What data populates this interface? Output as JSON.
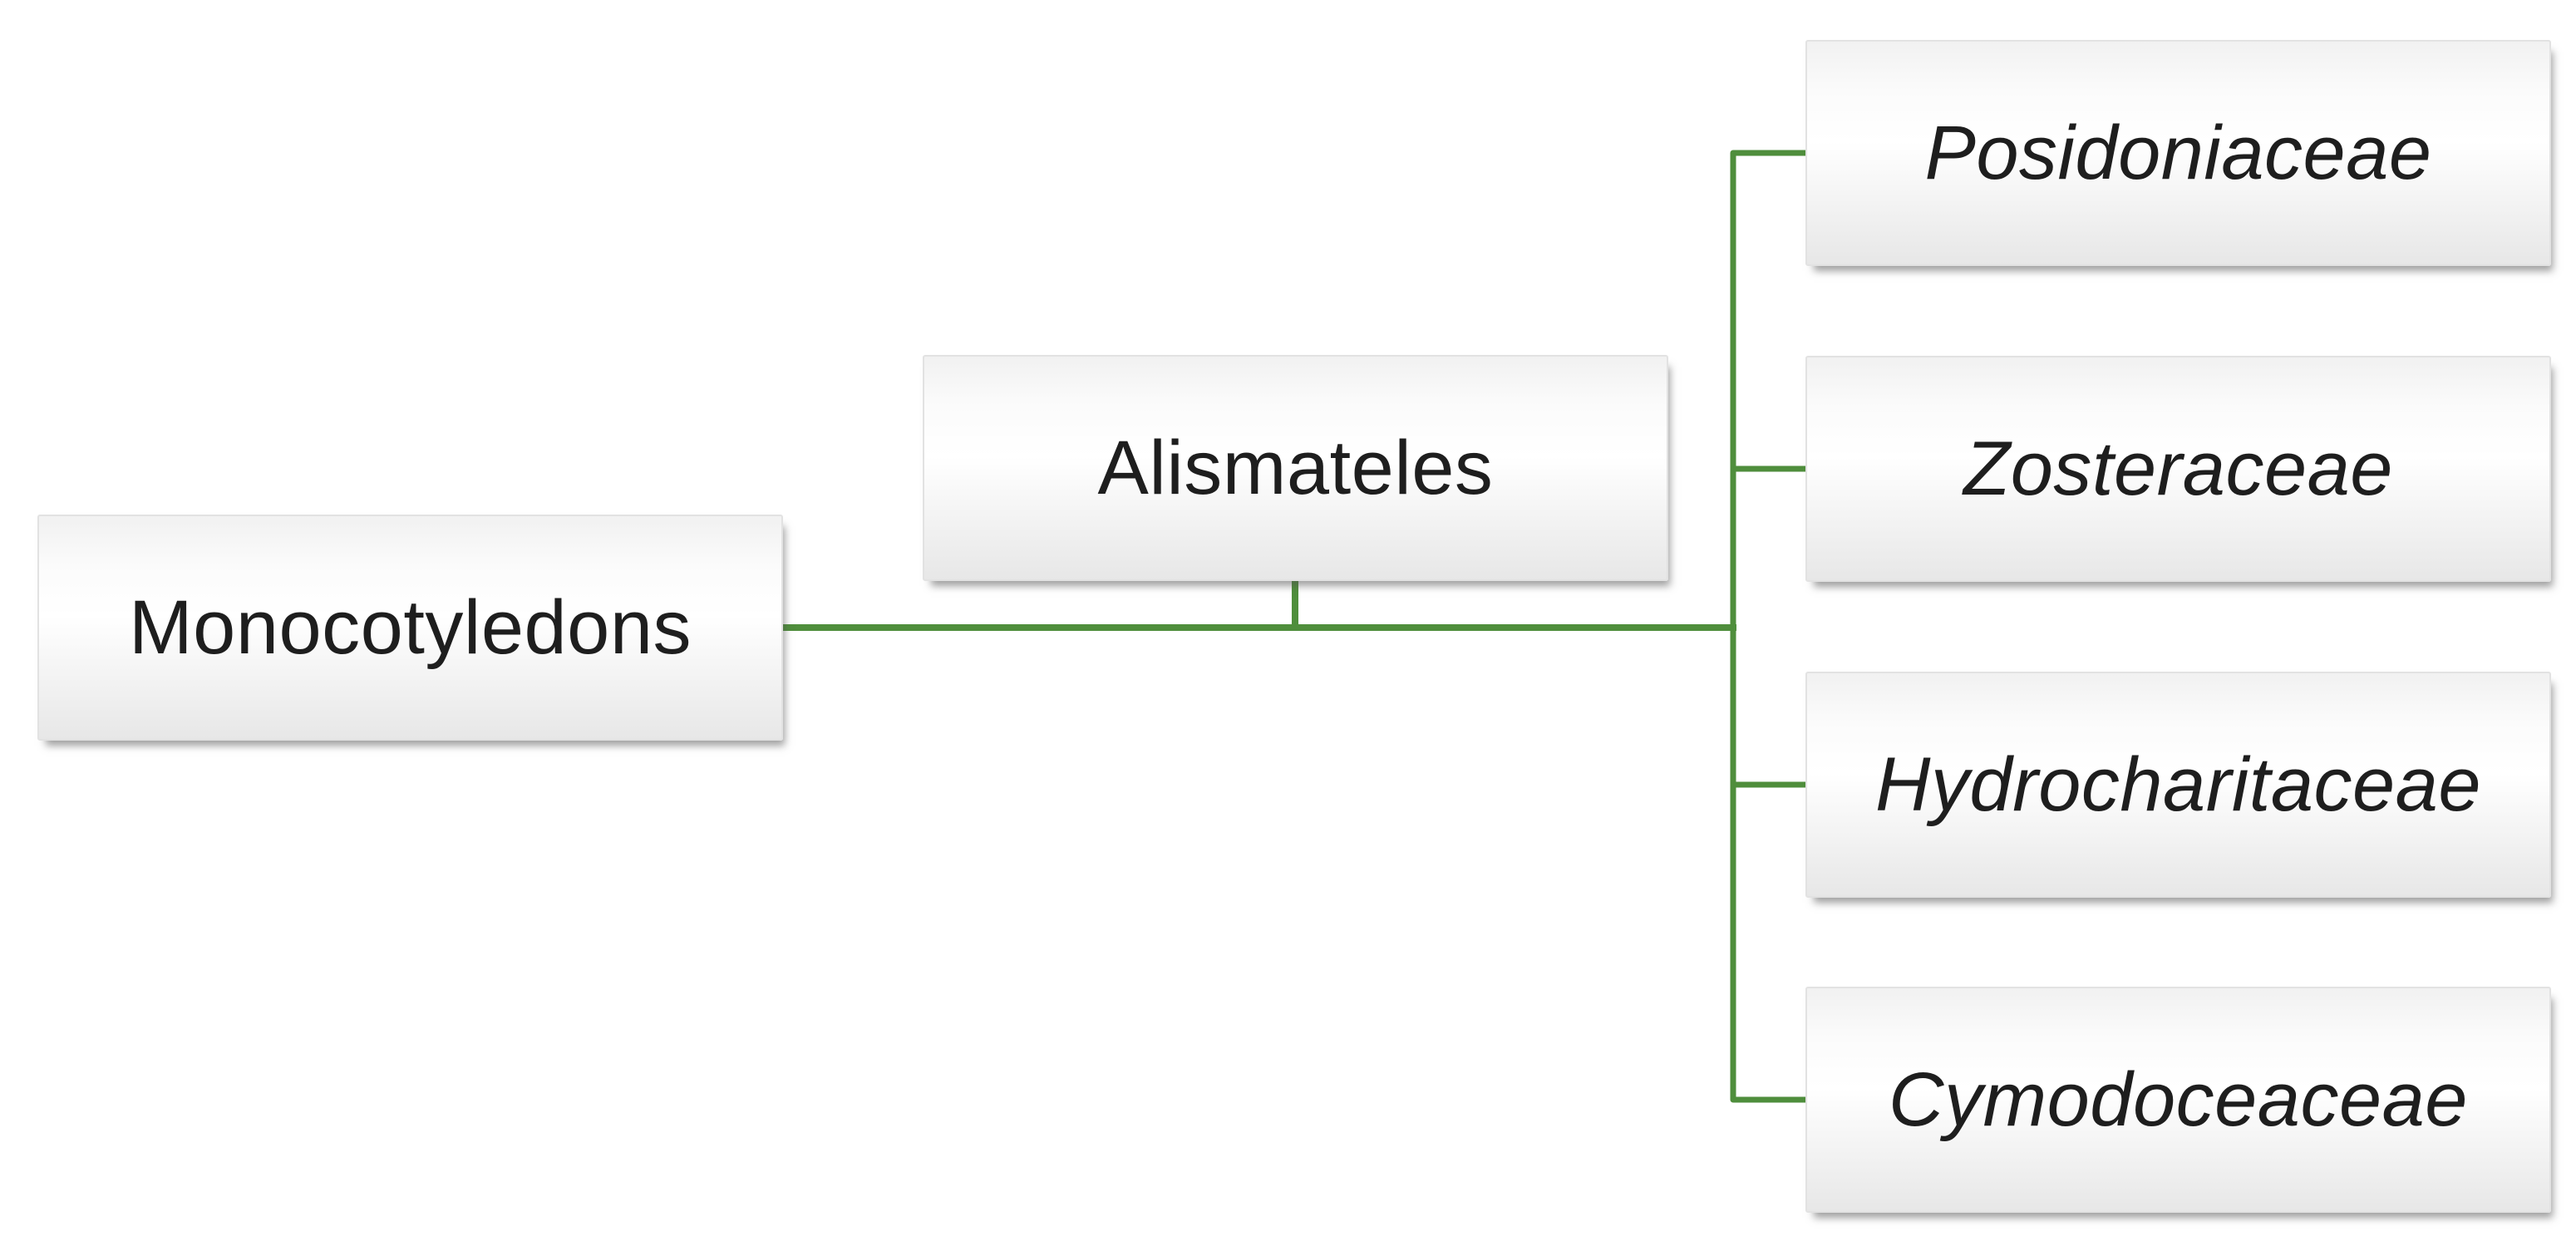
{
  "diagram": {
    "connector_color": "#4f8e3c",
    "nodes": {
      "root": {
        "label": "Monocotyledons"
      },
      "order": {
        "label": "Alismateles"
      },
      "families": [
        {
          "label": "Posidoniaceae"
        },
        {
          "label": "Zosteraceae"
        },
        {
          "label": "Hydrocharitaceae"
        },
        {
          "label": "Cymodoceaceae"
        }
      ]
    }
  }
}
